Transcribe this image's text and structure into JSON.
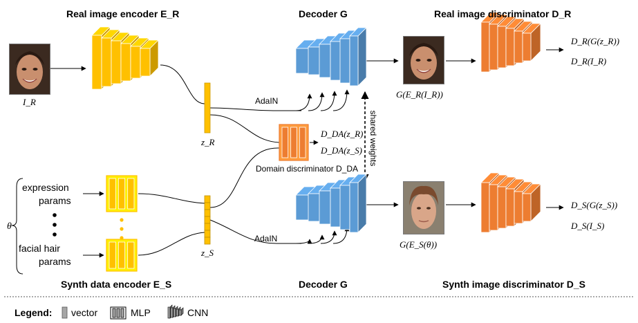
{
  "titles": {
    "real_encoder": "Real image encoder E_R",
    "decoder_top": "Decoder G",
    "real_discriminator": "Real image discriminator D_R",
    "synth_encoder": "Synth data encoder E_S",
    "decoder_bottom": "Decoder G",
    "synth_discriminator": "Synth image discriminator D_S"
  },
  "labels": {
    "input_real": "I_R",
    "latent_real": "z_R",
    "latent_synth": "z_S",
    "theta": "θ",
    "adain_top": "AdaIN",
    "adain_bottom": "AdaIN",
    "shared_weights": "shared weights",
    "domain_discriminator": "Domain discriminator D_DA",
    "dda_real": "D_DA(z_R)",
    "dda_synth": "D_DA(z_S)",
    "output_real": "G(E_R(I_R))",
    "output_synth": "G(E_S(θ))",
    "dr_fake": "D_R(G(z_R))",
    "dr_real": "D_R(I_R)",
    "ds_fake": "D_S(G(z_S))",
    "ds_real": "D_S(I_S)",
    "expression_line1": "expression",
    "expression_line2": "params",
    "facialhair_line1": "facial hair",
    "facialhair_line2": "params"
  },
  "legend": {
    "title": "Legend:",
    "vector": "vector",
    "mlp": "MLP",
    "cnn": "CNN"
  },
  "colors": {
    "encoder": "#ffc000",
    "decoder": "#5b9bd5",
    "discriminator": "#ed7d31",
    "outline": "#ffffff"
  }
}
